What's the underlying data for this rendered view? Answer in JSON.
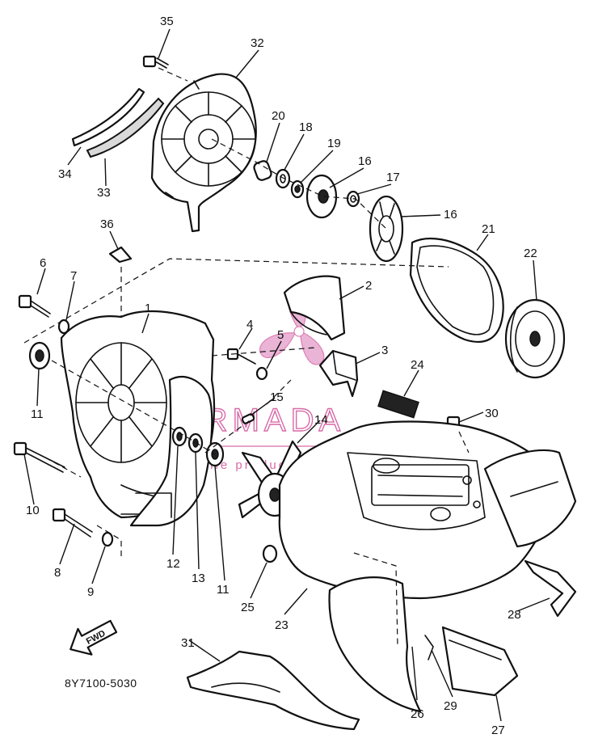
{
  "diagram_code": "8Y7100-5030",
  "fwd_label": "FWD",
  "watermark": {
    "title": "ARMADA",
    "subtitle": "mobile products",
    "color": "#d86aa8"
  },
  "callouts": [
    "35",
    "32",
    "20",
    "18",
    "19",
    "16",
    "17",
    "16",
    "34",
    "33",
    "36",
    "21",
    "22",
    "6",
    "7",
    "1",
    "2",
    "4",
    "5",
    "3",
    "24",
    "11",
    "15",
    "14",
    "30",
    "10",
    "8",
    "9",
    "12",
    "13",
    "11",
    "25",
    "23",
    "28",
    "31",
    "26",
    "29",
    "27"
  ]
}
